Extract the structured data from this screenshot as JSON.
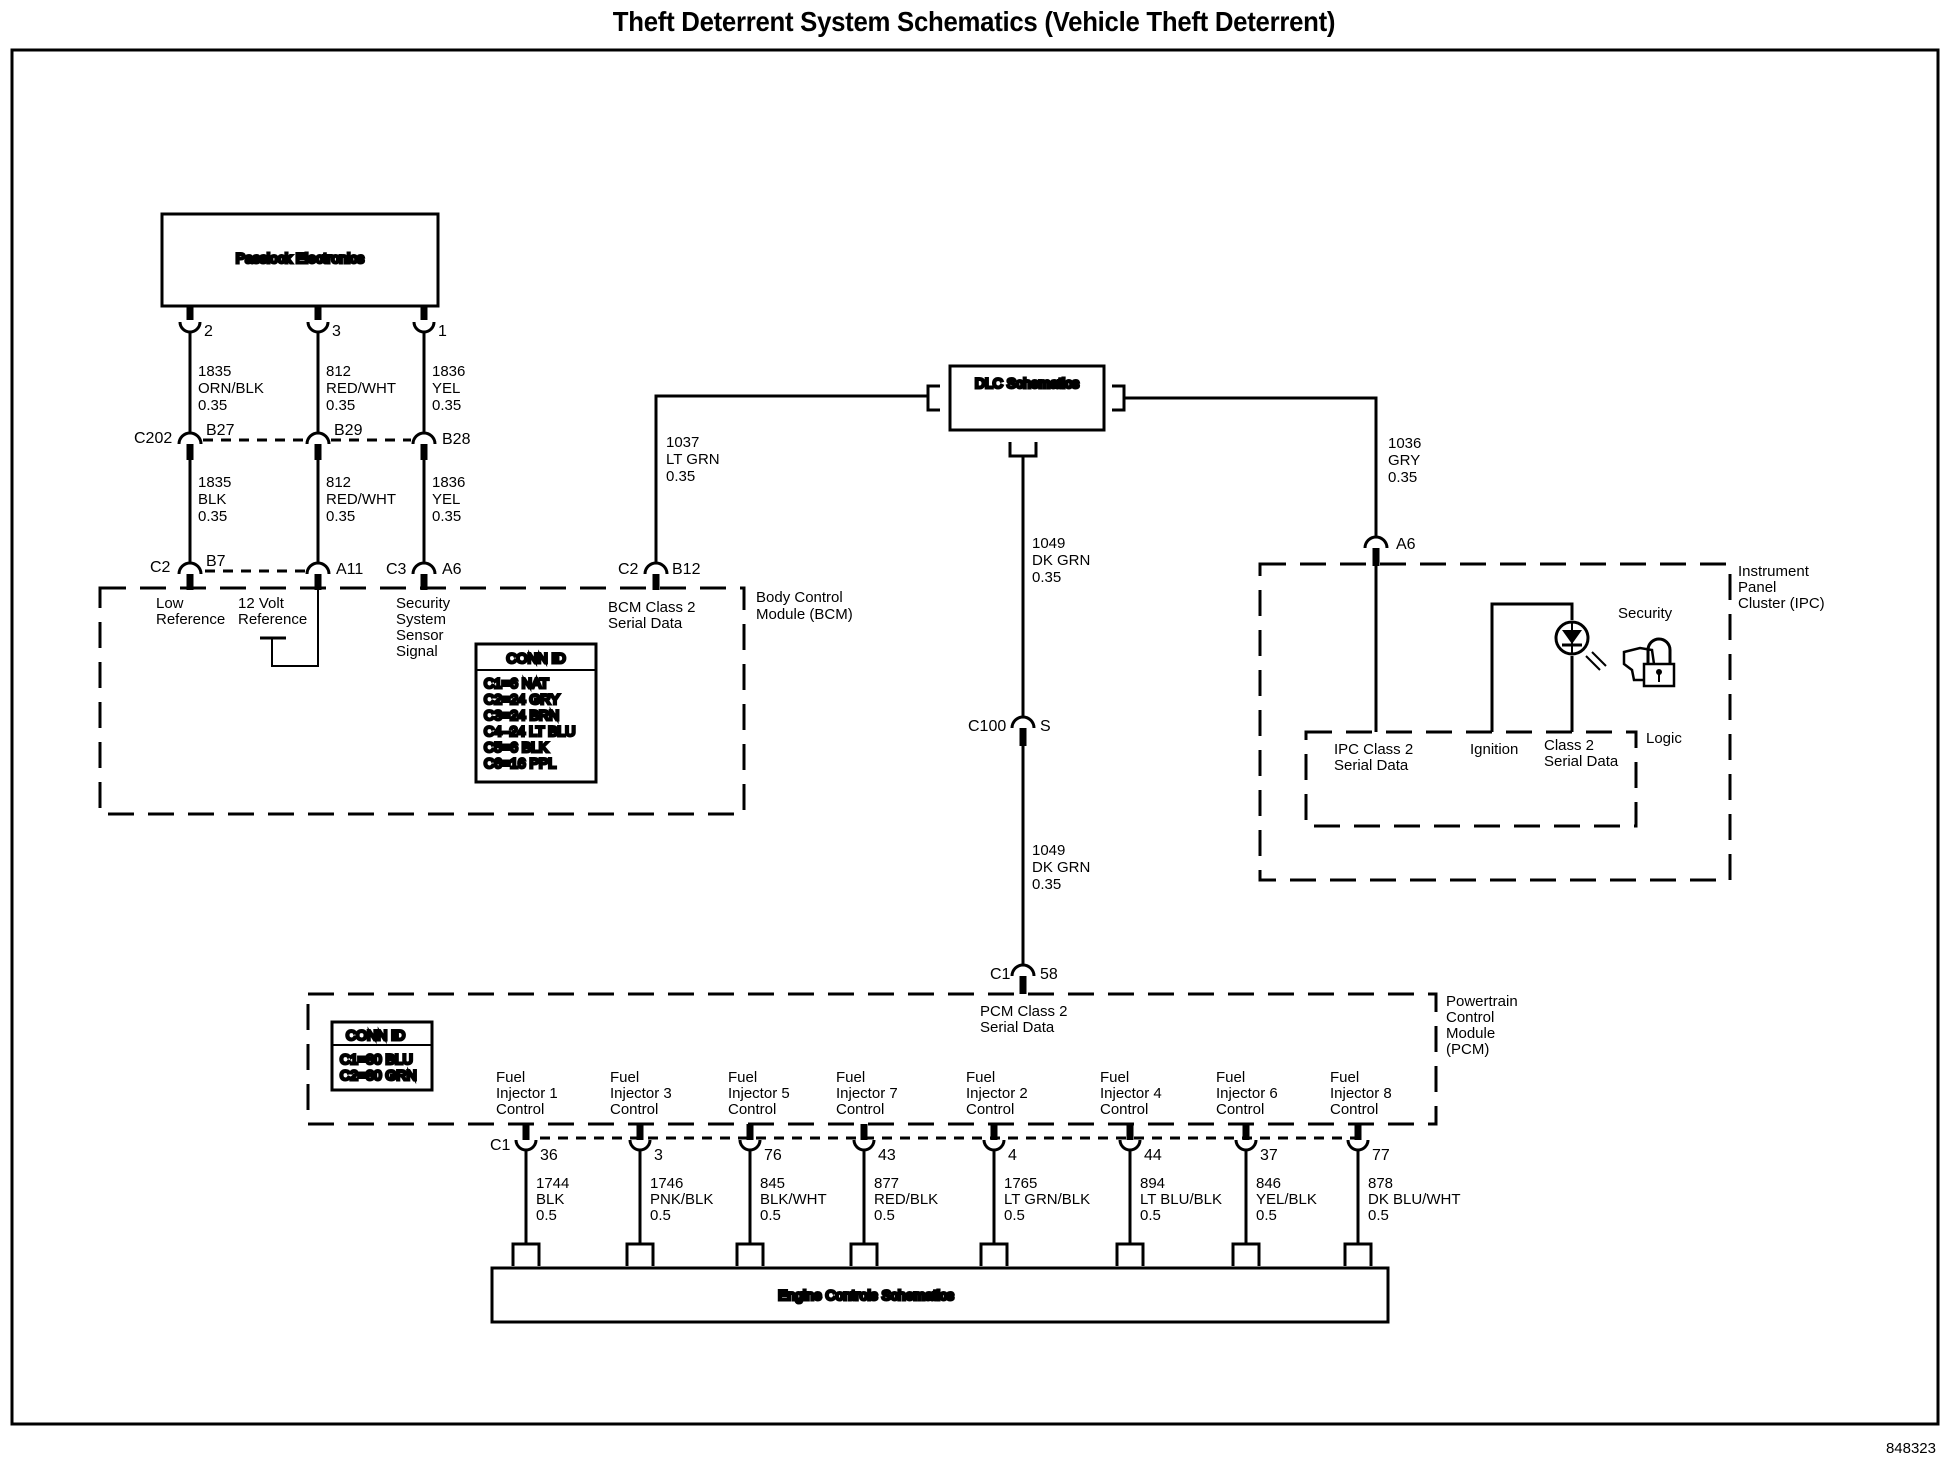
{
  "title": "Theft Deterrent System Schematics (Vehicle Theft Deterrent)",
  "figure_id": "848323",
  "components": {
    "passlock": {
      "label": "Passlock Electronics"
    },
    "dlc": {
      "label": "DLC Schematics"
    },
    "engine_controls": {
      "label": "Engine Controls Schematics"
    },
    "bcm": {
      "label_line1": "Body Control",
      "label_line2": "Module (BCM)",
      "conn_id": {
        "header": "CONN ID",
        "rows": [
          "C1=6 NAT",
          "C2=24 GRY",
          "C3=24 BRN",
          "C4–24 LT BLU",
          "C5=6 BLK",
          "C6=16 PPL"
        ]
      },
      "pins": [
        {
          "connector": "C2",
          "cavity": "B7",
          "function": [
            "Low",
            "Reference"
          ]
        },
        {
          "connector": "",
          "cavity": "A11",
          "function": [
            "12 Volt",
            "Reference"
          ]
        },
        {
          "connector": "C3",
          "cavity": "A6",
          "function": [
            "Security",
            "System",
            "Sensor",
            "Signal"
          ]
        },
        {
          "connector": "C2",
          "cavity": "B12",
          "function": [
            "BCM Class 2",
            "Serial Data"
          ]
        }
      ]
    },
    "ipc": {
      "label_lines": [
        "Instrument",
        "Panel",
        "Cluster (IPC)"
      ],
      "cavity": "A6",
      "logic_label": "Logic",
      "security_label": "Security",
      "pins": [
        {
          "function": [
            "IPC Class 2",
            "Serial Data"
          ]
        },
        {
          "function": [
            "Ignition"
          ]
        },
        {
          "function": [
            "Class 2",
            "Serial Data"
          ]
        }
      ]
    },
    "pcm": {
      "label_lines": [
        "Powertrain",
        "Control",
        "Module",
        "(PCM)"
      ],
      "serial_data": [
        "PCM Class 2",
        "Serial Data"
      ],
      "serial_connector": "C1",
      "serial_cavity": "58",
      "conn_id": {
        "header": "CONN ID",
        "rows": [
          "C1=80 BLU",
          "C2=80 GRN"
        ]
      },
      "injector_connector": "C1",
      "injectors": [
        {
          "function": [
            "Fuel",
            "Injector 1",
            "Control"
          ],
          "cavity": "36",
          "circuit": "1744",
          "color": "BLK",
          "gauge": "0.5"
        },
        {
          "function": [
            "Fuel",
            "Injector 3",
            "Control"
          ],
          "cavity": "3",
          "circuit": "1746",
          "color": "PNK/BLK",
          "gauge": "0.5"
        },
        {
          "function": [
            "Fuel",
            "Injector 5",
            "Control"
          ],
          "cavity": "76",
          "circuit": "845",
          "color": "BLK/WHT",
          "gauge": "0.5"
        },
        {
          "function": [
            "Fuel",
            "Injector 7",
            "Control"
          ],
          "cavity": "43",
          "circuit": "877",
          "color": "RED/BLK",
          "gauge": "0.5"
        },
        {
          "function": [
            "Fuel",
            "Injector 2",
            "Control"
          ],
          "cavity": "4",
          "circuit": "1765",
          "color": "LT GRN/BLK",
          "gauge": "0.5"
        },
        {
          "function": [
            "Fuel",
            "Injector 4",
            "Control"
          ],
          "cavity": "44",
          "circuit": "894",
          "color": "LT BLU/BLK",
          "gauge": "0.5"
        },
        {
          "function": [
            "Fuel",
            "Injector 6",
            "Control"
          ],
          "cavity": "37",
          "circuit": "846",
          "color": "YEL/BLK",
          "gauge": "0.5"
        },
        {
          "function": [
            "Fuel",
            "Injector 8",
            "Control"
          ],
          "cavity": "77",
          "circuit": "878",
          "color": "DK BLU/WHT",
          "gauge": "0.5"
        }
      ]
    }
  },
  "passlock_pins": [
    "2",
    "3",
    "1"
  ],
  "c202": {
    "name": "C202",
    "cavities": [
      "B27",
      "B29",
      "B28"
    ]
  },
  "wires": {
    "passlock_upper": [
      {
        "circuit": "1835",
        "color": "ORN/BLK",
        "gauge": "0.35"
      },
      {
        "circuit": "812",
        "color": "RED/WHT",
        "gauge": "0.35"
      },
      {
        "circuit": "1836",
        "color": "YEL",
        "gauge": "0.35"
      }
    ],
    "passlock_lower": [
      {
        "circuit": "1835",
        "color": "BLK",
        "gauge": "0.35"
      },
      {
        "circuit": "812",
        "color": "RED/WHT",
        "gauge": "0.35"
      },
      {
        "circuit": "1836",
        "color": "YEL",
        "gauge": "0.35"
      }
    ],
    "bcm_dlc": {
      "circuit": "1037",
      "color": "LT GRN",
      "gauge": "0.35"
    },
    "dlc_ipc": {
      "circuit": "1036",
      "color": "GRY",
      "gauge": "0.35"
    },
    "dlc_c100": {
      "circuit": "1049",
      "color": "DK GRN",
      "gauge": "0.35"
    },
    "c100_pcm": {
      "circuit": "1049",
      "color": "DK GRN",
      "gauge": "0.35"
    }
  },
  "c100": {
    "name": "C100",
    "cavity": "S"
  }
}
